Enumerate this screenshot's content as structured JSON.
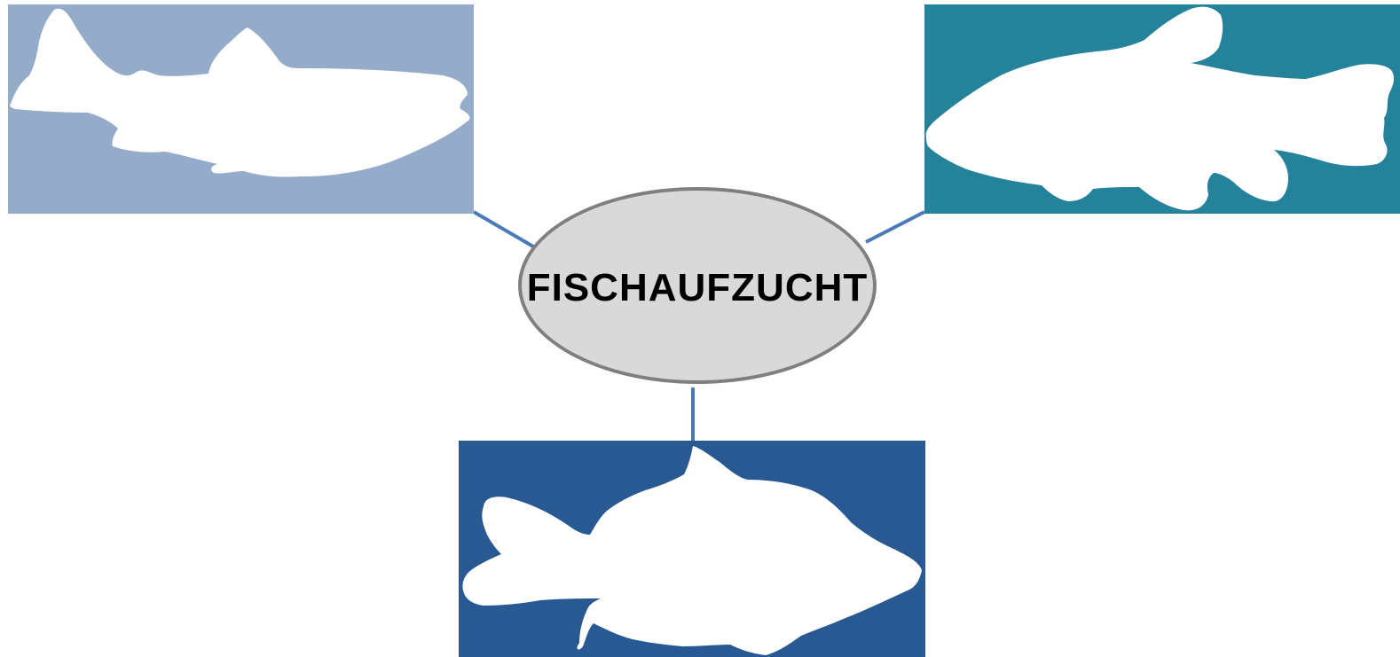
{
  "center": {
    "label": "FISCHAUFZUCHT",
    "fill": "#d9d9d9",
    "border": "#7f7f7f"
  },
  "connector_color": "#4a7ab8",
  "fish": [
    {
      "id": "trout",
      "background": "#94abca",
      "silhouette": "#ffffff",
      "icon": "trout-fish-icon"
    },
    {
      "id": "tench",
      "background": "#24839b",
      "silhouette": "#ffffff",
      "icon": "tench-fish-icon"
    },
    {
      "id": "carp",
      "background": "#285992",
      "silhouette": "#ffffff",
      "icon": "carp-fish-icon"
    }
  ]
}
